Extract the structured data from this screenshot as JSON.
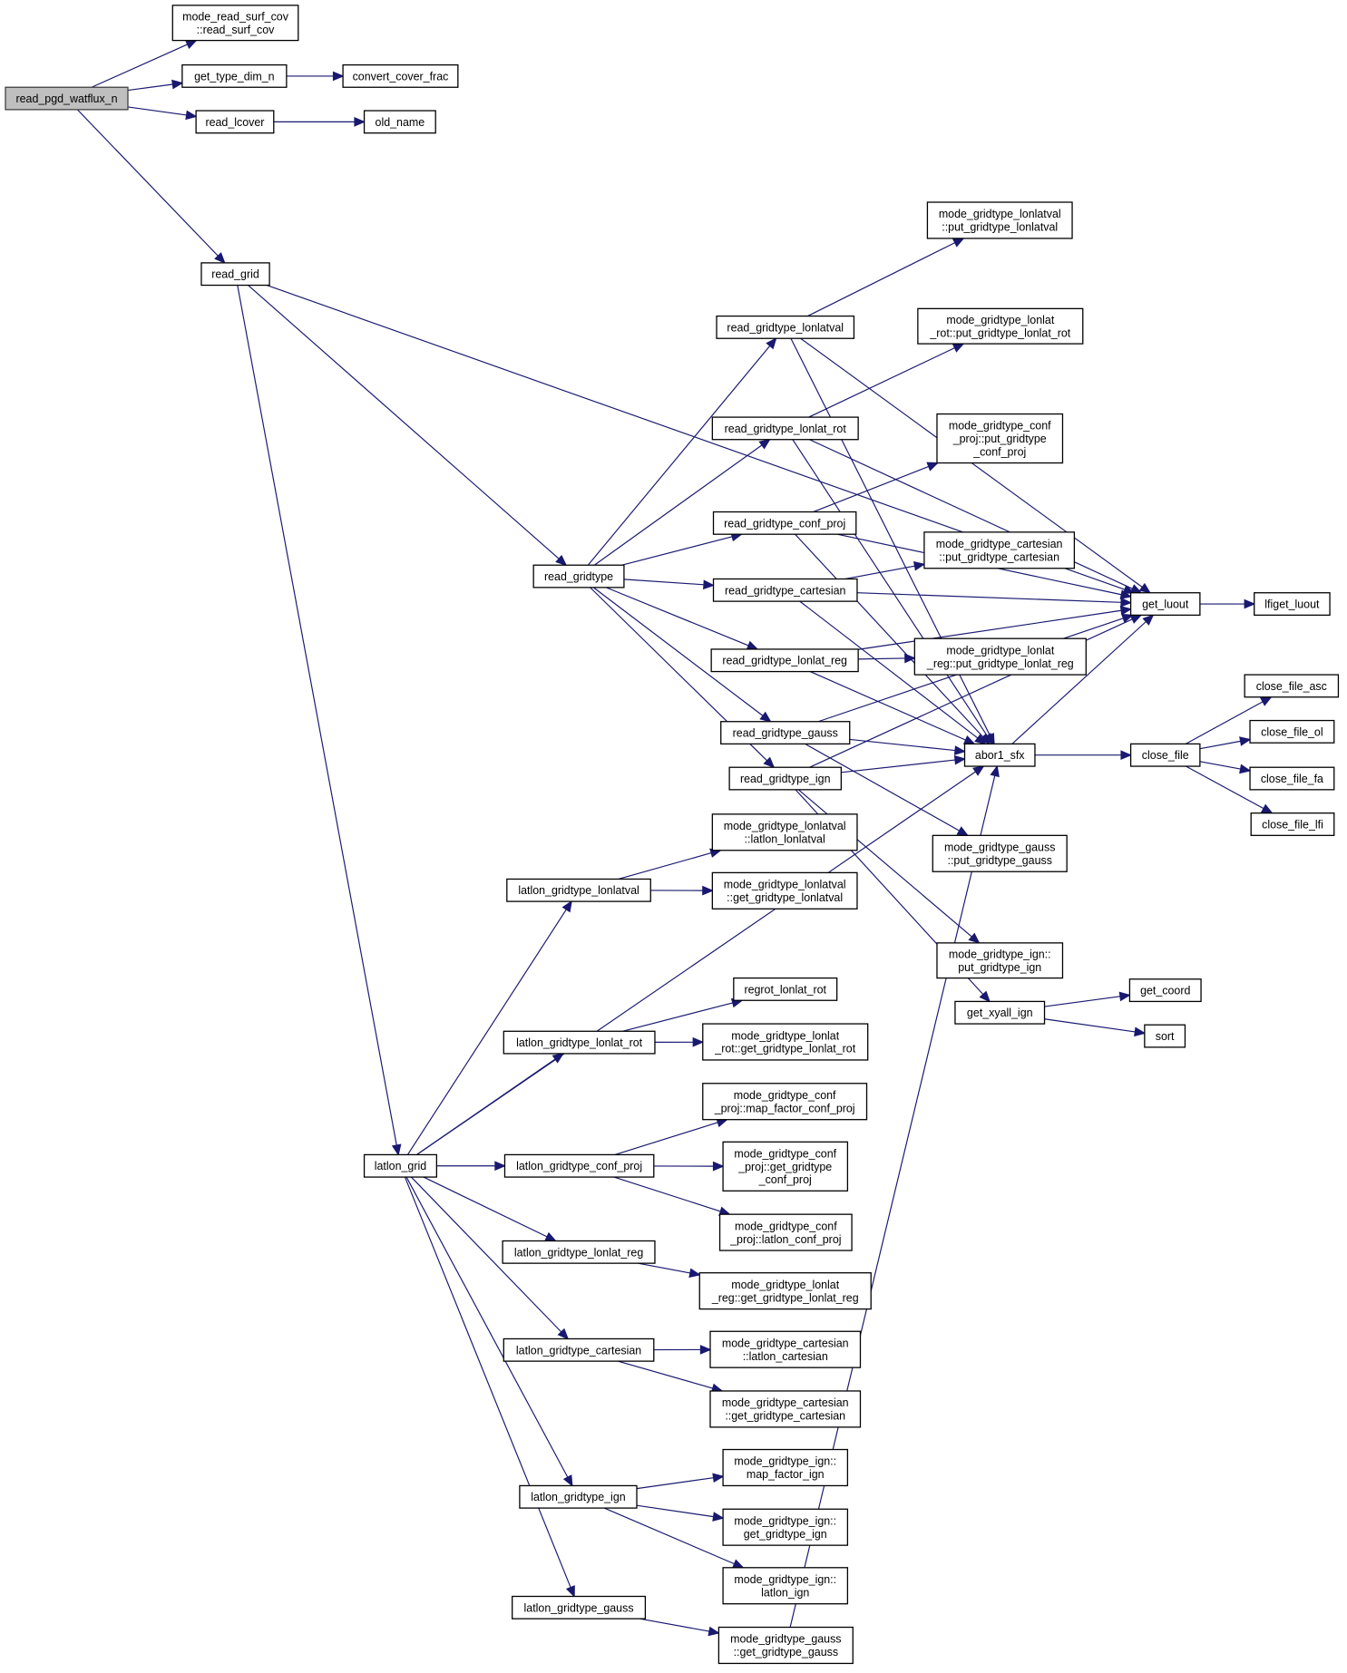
{
  "graph": {
    "title": "read_pgd_watflux_n call graph",
    "colors": {
      "edge": "#191970",
      "root_fill": "#bfbfbf",
      "node_fill": "#ffffff"
    },
    "root": "read_pgd_watflux_n",
    "nodes": {
      "read_pgd_watflux_n": [
        "read_pgd_watflux_n"
      ],
      "read_surf_cov": [
        "mode_read_surf_cov",
        "::read_surf_cov"
      ],
      "get_type_dim_n": [
        "get_type_dim_n"
      ],
      "convert_cover_frac": [
        "convert_cover_frac"
      ],
      "read_lcover": [
        "read_lcover"
      ],
      "old_name": [
        "old_name"
      ],
      "read_grid": [
        "read_grid"
      ],
      "read_gridtype": [
        "read_gridtype"
      ],
      "latlon_grid": [
        "latlon_grid"
      ],
      "read_gridtype_lonlatval": [
        "read_gridtype_lonlatval"
      ],
      "put_gridtype_lonlatval": [
        "mode_gridtype_lonlatval",
        "::put_gridtype_lonlatval"
      ],
      "put_gridtype_lonlat_rot": [
        "mode_gridtype_lonlat",
        "_rot::put_gridtype_lonlat_rot"
      ],
      "read_gridtype_lonlat_rot": [
        "read_gridtype_lonlat_rot"
      ],
      "put_gridtype_conf_proj": [
        "mode_gridtype_conf",
        "_proj::put_gridtype",
        "_conf_proj"
      ],
      "read_gridtype_conf_proj": [
        "read_gridtype_conf_proj"
      ],
      "put_gridtype_cartesian": [
        "mode_gridtype_cartesian",
        "::put_gridtype_cartesian"
      ],
      "read_gridtype_cartesian": [
        "read_gridtype_cartesian"
      ],
      "get_luout": [
        "get_luout"
      ],
      "lfiget_luout": [
        "lfiget_luout"
      ],
      "read_gridtype_lonlat_reg": [
        "read_gridtype_lonlat_reg"
      ],
      "put_gridtype_lonlat_reg": [
        "mode_gridtype_lonlat",
        "_reg::put_gridtype_lonlat_reg"
      ],
      "read_gridtype_gauss": [
        "read_gridtype_gauss"
      ],
      "abor1_sfx": [
        "abor1_sfx"
      ],
      "close_file": [
        "close_file"
      ],
      "close_file_asc": [
        "close_file_asc"
      ],
      "close_file_ol": [
        "close_file_ol"
      ],
      "close_file_fa": [
        "close_file_fa"
      ],
      "close_file_lfi": [
        "close_file_lfi"
      ],
      "read_gridtype_ign": [
        "read_gridtype_ign"
      ],
      "put_gridtype_gauss": [
        "mode_gridtype_gauss",
        "::put_gridtype_gauss"
      ],
      "latlon_lonlatval": [
        "mode_gridtype_lonlatval",
        "::latlon_lonlatval"
      ],
      "latlon_gridtype_lonlatval": [
        "latlon_gridtype_lonlatval"
      ],
      "get_gridtype_lonlatval": [
        "mode_gridtype_lonlatval",
        "::get_gridtype_lonlatval"
      ],
      "put_gridtype_ign": [
        "mode_gridtype_ign::",
        "put_gridtype_ign"
      ],
      "regrot_lonlat_rot": [
        "regrot_lonlat_rot"
      ],
      "get_xyall_ign": [
        "get_xyall_ign"
      ],
      "get_coord": [
        "get_coord"
      ],
      "sort": [
        "sort"
      ],
      "latlon_gridtype_lonlat_rot": [
        "latlon_gridtype_lonlat_rot"
      ],
      "get_gridtype_lonlat_rot": [
        "mode_gridtype_lonlat",
        "_rot::get_gridtype_lonlat_rot"
      ],
      "map_factor_conf_proj": [
        "mode_gridtype_conf",
        "_proj::map_factor_conf_proj"
      ],
      "latlon_gridtype_conf_proj": [
        "latlon_gridtype_conf_proj"
      ],
      "get_gridtype_conf_proj": [
        "mode_gridtype_conf",
        "_proj::get_gridtype",
        "_conf_proj"
      ],
      "latlon_conf_proj": [
        "mode_gridtype_conf",
        "_proj::latlon_conf_proj"
      ],
      "latlon_gridtype_lonlat_reg": [
        "latlon_gridtype_lonlat_reg"
      ],
      "get_gridtype_lonlat_reg": [
        "mode_gridtype_lonlat",
        "_reg::get_gridtype_lonlat_reg"
      ],
      "latlon_gridtype_cartesian": [
        "latlon_gridtype_cartesian"
      ],
      "latlon_cartesian": [
        "mode_gridtype_cartesian",
        "::latlon_cartesian"
      ],
      "get_gridtype_cartesian": [
        "mode_gridtype_cartesian",
        "::get_gridtype_cartesian"
      ],
      "map_factor_ign": [
        "mode_gridtype_ign::",
        "map_factor_ign"
      ],
      "latlon_gridtype_ign": [
        "latlon_gridtype_ign"
      ],
      "get_gridtype_ign": [
        "mode_gridtype_ign::",
        "get_gridtype_ign"
      ],
      "latlon_ign": [
        "mode_gridtype_ign::",
        "latlon_ign"
      ],
      "latlon_gridtype_gauss": [
        "latlon_gridtype_gauss"
      ],
      "get_gridtype_gauss": [
        "mode_gridtype_gauss",
        "::get_gridtype_gauss"
      ]
    },
    "edges": [
      [
        "read_pgd_watflux_n",
        "read_surf_cov"
      ],
      [
        "read_pgd_watflux_n",
        "get_type_dim_n"
      ],
      [
        "read_pgd_watflux_n",
        "read_lcover"
      ],
      [
        "read_pgd_watflux_n",
        "read_grid"
      ],
      [
        "get_type_dim_n",
        "convert_cover_frac"
      ],
      [
        "read_lcover",
        "old_name"
      ],
      [
        "read_grid",
        "get_luout"
      ],
      [
        "read_grid",
        "read_gridtype"
      ],
      [
        "read_grid",
        "latlon_grid"
      ],
      [
        "read_gridtype",
        "read_gridtype_lonlatval"
      ],
      [
        "read_gridtype",
        "read_gridtype_lonlat_rot"
      ],
      [
        "read_gridtype",
        "read_gridtype_conf_proj"
      ],
      [
        "read_gridtype",
        "read_gridtype_cartesian"
      ],
      [
        "read_gridtype",
        "read_gridtype_lonlat_reg"
      ],
      [
        "read_gridtype",
        "read_gridtype_gauss"
      ],
      [
        "read_gridtype",
        "read_gridtype_ign"
      ],
      [
        "read_gridtype_lonlatval",
        "put_gridtype_lonlatval"
      ],
      [
        "read_gridtype_lonlatval",
        "get_luout"
      ],
      [
        "read_gridtype_lonlatval",
        "abor1_sfx"
      ],
      [
        "read_gridtype_lonlat_rot",
        "put_gridtype_lonlat_rot"
      ],
      [
        "read_gridtype_lonlat_rot",
        "get_luout"
      ],
      [
        "read_gridtype_lonlat_rot",
        "abor1_sfx"
      ],
      [
        "read_gridtype_conf_proj",
        "put_gridtype_conf_proj"
      ],
      [
        "read_gridtype_conf_proj",
        "get_luout"
      ],
      [
        "read_gridtype_conf_proj",
        "abor1_sfx"
      ],
      [
        "read_gridtype_cartesian",
        "put_gridtype_cartesian"
      ],
      [
        "read_gridtype_cartesian",
        "get_luout"
      ],
      [
        "read_gridtype_cartesian",
        "abor1_sfx"
      ],
      [
        "read_gridtype_lonlat_reg",
        "put_gridtype_lonlat_reg"
      ],
      [
        "read_gridtype_lonlat_reg",
        "get_luout"
      ],
      [
        "read_gridtype_lonlat_reg",
        "abor1_sfx"
      ],
      [
        "read_gridtype_gauss",
        "put_gridtype_gauss"
      ],
      [
        "read_gridtype_gauss",
        "get_luout"
      ],
      [
        "read_gridtype_gauss",
        "abor1_sfx"
      ],
      [
        "read_gridtype_ign",
        "put_gridtype_ign"
      ],
      [
        "read_gridtype_ign",
        "get_xyall_ign"
      ],
      [
        "read_gridtype_ign",
        "abor1_sfx"
      ],
      [
        "read_gridtype_ign",
        "get_luout"
      ],
      [
        "get_xyall_ign",
        "get_coord"
      ],
      [
        "get_xyall_ign",
        "sort"
      ],
      [
        "abor1_sfx",
        "get_luout"
      ],
      [
        "abor1_sfx",
        "close_file"
      ],
      [
        "get_luout",
        "lfiget_luout"
      ],
      [
        "close_file",
        "close_file_asc"
      ],
      [
        "close_file",
        "close_file_ol"
      ],
      [
        "close_file",
        "close_file_fa"
      ],
      [
        "close_file",
        "close_file_lfi"
      ],
      [
        "latlon_grid",
        "latlon_gridtype_lonlatval"
      ],
      [
        "latlon_grid",
        "latlon_gridtype_lonlat_rot"
      ],
      [
        "latlon_grid",
        "latlon_gridtype_conf_proj"
      ],
      [
        "latlon_grid",
        "latlon_gridtype_lonlat_reg"
      ],
      [
        "latlon_grid",
        "latlon_gridtype_cartesian"
      ],
      [
        "latlon_grid",
        "latlon_gridtype_ign"
      ],
      [
        "latlon_grid",
        "latlon_gridtype_gauss"
      ],
      [
        "latlon_grid",
        "abor1_sfx"
      ],
      [
        "latlon_gridtype_lonlatval",
        "latlon_lonlatval"
      ],
      [
        "latlon_gridtype_lonlatval",
        "get_gridtype_lonlatval"
      ],
      [
        "latlon_gridtype_lonlat_rot",
        "regrot_lonlat_rot"
      ],
      [
        "latlon_gridtype_lonlat_rot",
        "get_gridtype_lonlat_rot"
      ],
      [
        "latlon_gridtype_conf_proj",
        "map_factor_conf_proj"
      ],
      [
        "latlon_gridtype_conf_proj",
        "get_gridtype_conf_proj"
      ],
      [
        "latlon_gridtype_conf_proj",
        "latlon_conf_proj"
      ],
      [
        "latlon_gridtype_lonlat_reg",
        "get_gridtype_lonlat_reg"
      ],
      [
        "latlon_gridtype_cartesian",
        "latlon_cartesian"
      ],
      [
        "latlon_gridtype_cartesian",
        "get_gridtype_cartesian"
      ],
      [
        "latlon_gridtype_ign",
        "map_factor_ign"
      ],
      [
        "latlon_gridtype_ign",
        "get_gridtype_ign"
      ],
      [
        "latlon_gridtype_ign",
        "latlon_ign"
      ],
      [
        "latlon_gridtype_gauss",
        "get_gridtype_gauss"
      ],
      [
        "get_gridtype_gauss",
        "abor1_sfx"
      ]
    ]
  }
}
